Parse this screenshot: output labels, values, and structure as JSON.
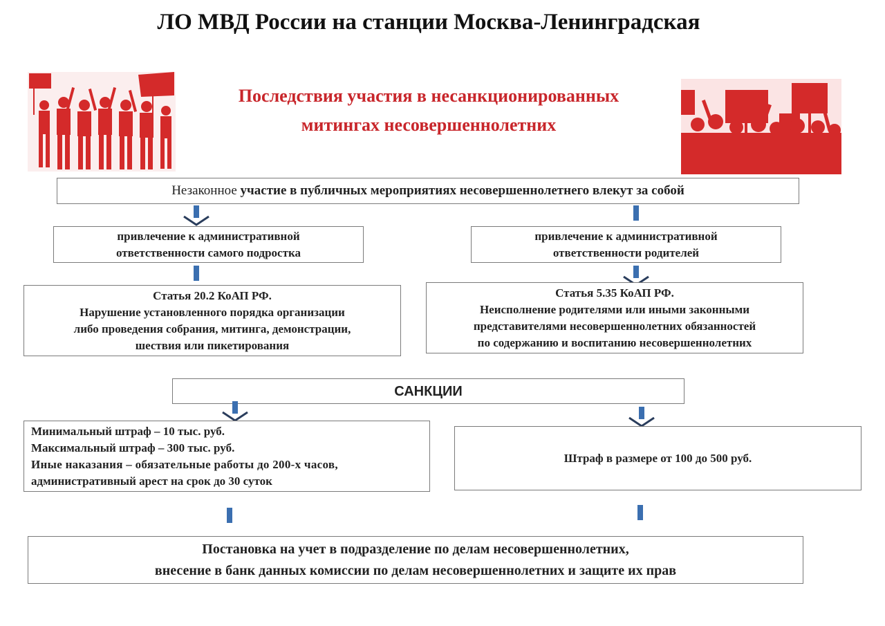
{
  "header": {
    "title": "ЛО МВД России на станции Москва-Ленинградская"
  },
  "poster": {
    "title_lines": [
      "Последствия участия в несанкционированных",
      "митингах несовершеннолетних"
    ]
  },
  "diagram": {
    "top_box": {
      "text_prefix": "Незаконное",
      "text_rest": " участие в публичных мероприятиях несовершеннолетнего влекут за собой"
    },
    "left_branch": {
      "responsibility": [
        "привлечение к административной",
        "ответственности самого подростка"
      ],
      "article": [
        "Статья 20.2 КоАП РФ.",
        "Нарушение установленного порядка организации",
        "либо проведения собрания, митинга, демонстрации,",
        "шествия или пикетирования"
      ],
      "sanctions": [
        "Минимальный штраф – 10 тыс. руб.",
        "Максимальный штраф – 300 тыс. руб.",
        "Иные наказания – обязательные работы до 200-х часов,",
        "административный арест на срок до 30 суток"
      ]
    },
    "right_branch": {
      "responsibility": [
        "привлечение к административной",
        "ответственности родителей"
      ],
      "article": [
        "Статья 5.35 КоАП РФ.",
        "Неисполнение родителями или иными законными",
        "представителями несовершеннолетних обязанностей",
        "по содержанию и воспитанию несовершеннолетних"
      ],
      "sanctions": "Штраф в размере от 100 до 500 руб."
    },
    "sanctions_header": "САНКЦИИ",
    "bottom_box": [
      "Постановка на учет в подразделение по делам несовершеннолетних,",
      "внесение в банк данных комиссии по делам несовершеннолетних и защите их прав"
    ]
  },
  "colors": {
    "accent_red": "#c8262b",
    "arrow_blue": "#3b6fb0",
    "border_gray": "#7a7a7a"
  }
}
